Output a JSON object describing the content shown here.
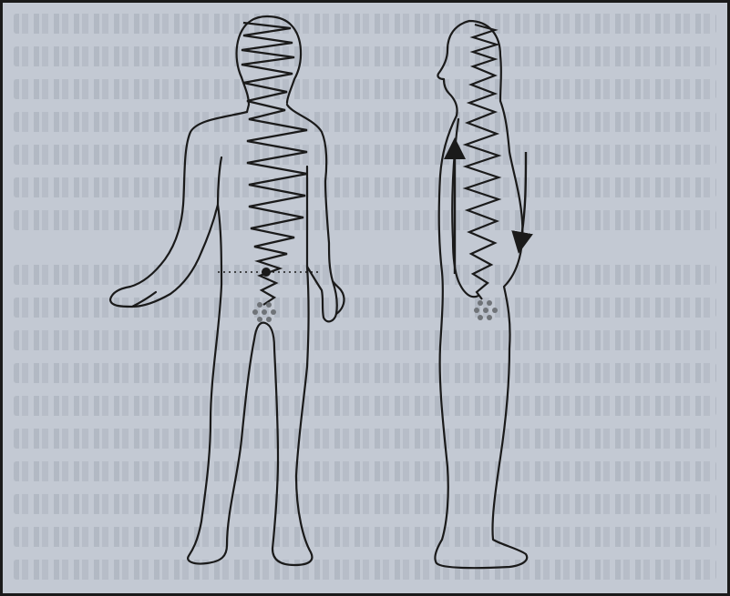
{
  "figure": {
    "background_color": "#c3c9d3",
    "line_color": "#1a1a1a",
    "dot_color": "#6f7378",
    "views": [
      {
        "name": "front-view",
        "coil": "zigzag-spring-along-spine",
        "marker": "navel-dot",
        "reference_line": "dotted-horizontal"
      },
      {
        "name": "side-view",
        "coil": "zigzag-spring-along-spine",
        "arrows": [
          "up-arrow-front",
          "down-arrow-back"
        ]
      }
    ]
  }
}
